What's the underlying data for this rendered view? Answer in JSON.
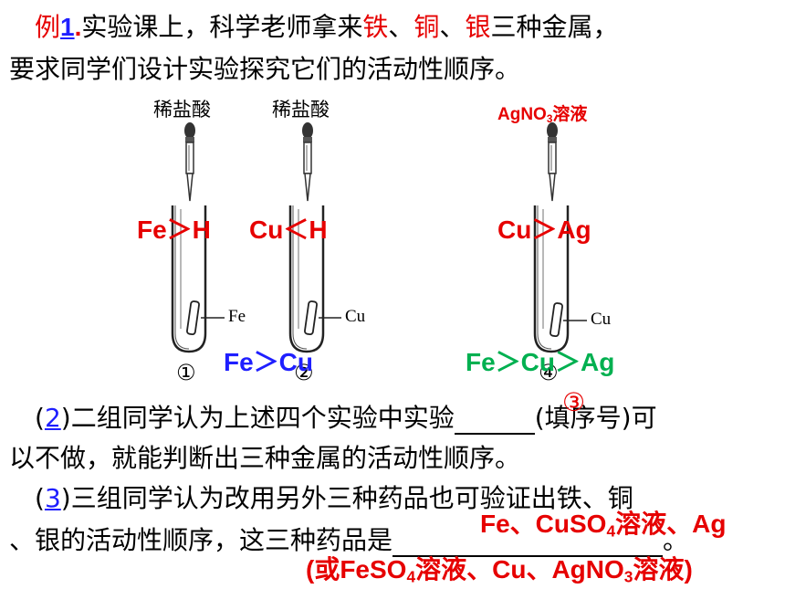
{
  "title": {
    "prefix": "例",
    "number": "1",
    "dot": ".",
    "text1": "实验课上，科学老师拿来",
    "fe": "铁",
    "sep1": "、",
    "cu": "铜",
    "sep2": "、",
    "ag": "银",
    "text2": "三种金属，",
    "line2": "要求同学们设计实验探究它们的活动性顺序。"
  },
  "reagents": {
    "r1": "稀盐酸",
    "r2": "稀盐酸",
    "r3_main": "AgNO",
    "r3_sub": "3",
    "r3_tail": "溶液"
  },
  "results": {
    "fe_h": "Fe＞H",
    "cu_h": "Cu＜H",
    "cu_ag": "Cu＞Ag",
    "fe_cu": "Fe＞Cu",
    "fe_cu_ag": "Fe＞Cu＞Ag"
  },
  "tubes": {
    "metal1": "Fe",
    "metal2": "Cu",
    "metal3": "Cu",
    "num1": "①",
    "num2": "②",
    "num4": "④"
  },
  "q2": {
    "open": "(",
    "num": "2",
    "close": ")",
    "text1": "二组同学认为上述四个实验中实验",
    "answer": "③",
    "text2": "(填序号)可",
    "line2": "以不做，就能判断出三种金属的活动性顺序。"
  },
  "q3": {
    "open": "(",
    "num": "3",
    "close": ")",
    "text1": "三组同学认为改用另外三种药品也可验证出铁、铜",
    "line2": "、银的活动性顺序，这三种药品是",
    "period": "。",
    "answer_a": "Fe、CuSO",
    "answer_a_sub": "4",
    "answer_a_tail": "溶液、Ag",
    "answer_b_pre": "(或FeSO",
    "answer_b_sub": "4",
    "answer_b_mid": "溶液、Cu、AgNO",
    "answer_b_sub2": "3",
    "answer_b_tail": "溶液)"
  }
}
